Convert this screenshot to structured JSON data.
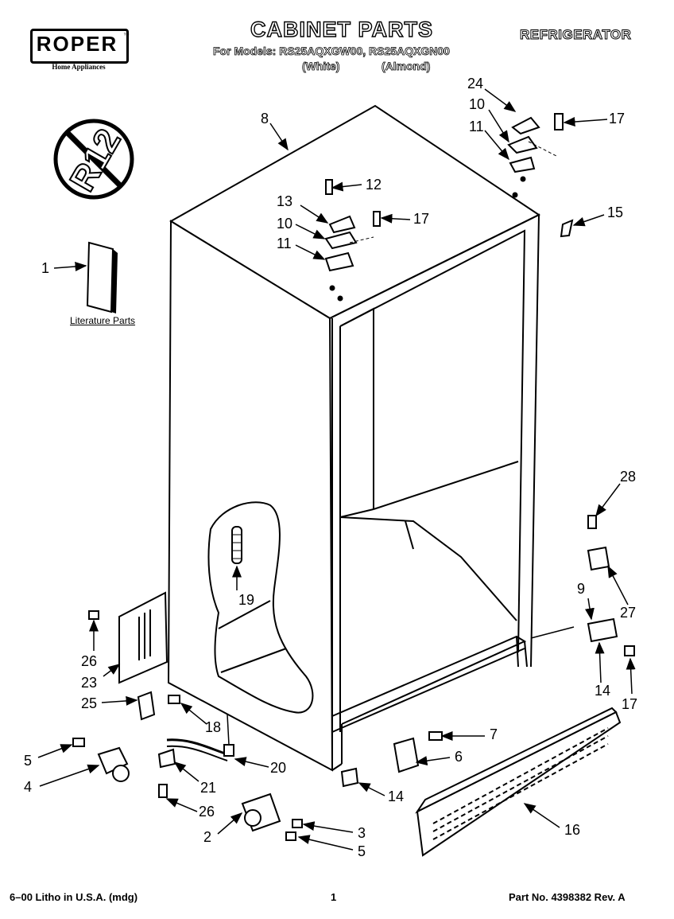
{
  "brand": {
    "name": "ROPER",
    "tm": "™",
    "tagline": "Home Appliances"
  },
  "header": {
    "title": "CABINET PARTS",
    "category": "REFRIGERATOR",
    "models_line": "For Models: RS25AQXGW00, RS25AQXGN00",
    "variant_white": "(White)",
    "variant_almond": "(Almond)"
  },
  "r12_badge": "R12",
  "literature_label": "Literature Parts",
  "callouts": {
    "c1": "1",
    "c2": "2",
    "c3": "3",
    "c4": "4",
    "c5a": "5",
    "c5b": "5",
    "c6": "6",
    "c7": "7",
    "c8": "8",
    "c9": "9",
    "c10a": "10",
    "c10b": "10",
    "c11a": "11",
    "c11b": "11",
    "c12": "12",
    "c13": "13",
    "c14a": "14",
    "c14b": "14",
    "c15": "15",
    "c16": "16",
    "c17a": "17",
    "c17b": "17",
    "c17c": "17",
    "c18": "18",
    "c19": "19",
    "c20": "20",
    "c21": "21",
    "c23": "23",
    "c24": "24",
    "c25": "25",
    "c26a": "26",
    "c26b": "26",
    "c27": "27",
    "c28": "28"
  },
  "footer": {
    "left": "6–00 Litho in U.S.A. (mdg)",
    "page": "1",
    "part_no": "Part No. 4398382 Rev. A"
  },
  "colors": {
    "ink": "#000000",
    "paper": "#ffffff"
  }
}
